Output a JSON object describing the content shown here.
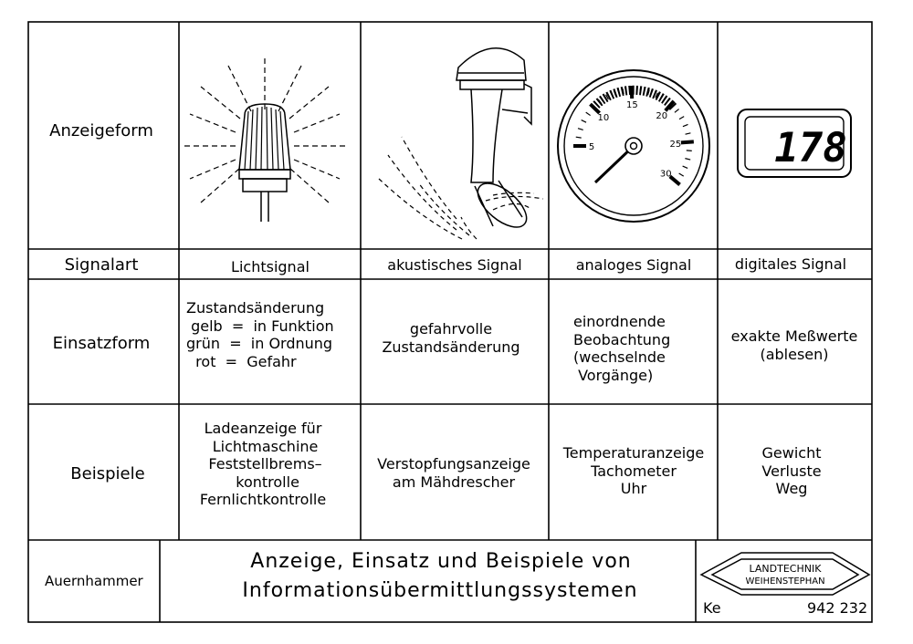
{
  "row_labels": {
    "anzeigeform": "Anzeigeform",
    "signalart": "Signalart",
    "einsatzform": "Einsatzform",
    "beispiele": "Beispiele"
  },
  "columns": [
    {
      "signal": "Lichtsignal",
      "einsatz": "Zustandsänderung\n gelb  =  in Funktion\ngrün  =  in Ordnung\n  rot  =  Gefahr",
      "beispiele": "Ladeanzeige für\n Lichtmaschine\n Feststellbrems–\n  kontrolle\nFernlichtkontrolle"
    },
    {
      "signal": "akustisches Signal",
      "einsatz": "gefahrvolle\nZustandsänderung",
      "beispiele": "Verstopfungsanzeige\nam Mähdrescher"
    },
    {
      "signal": "analoges Signal",
      "einsatz": "einordnende\nBeobachtung\n(wechselnde\n Vorgänge)",
      "beispiele": "Temperaturanzeige\nTachometer\nUhr"
    },
    {
      "signal": "digitales Signal",
      "einsatz": "exakte Meßwerte\n(ablesen)",
      "beispiele": "Gewicht\nVerluste\nWeg"
    }
  ],
  "gauge": {
    "ticks": [
      "5",
      "10",
      "15",
      "20",
      "25",
      "30"
    ]
  },
  "digital_display": {
    "value": "178"
  },
  "footer": {
    "author": "Auernhammer",
    "title_line1": "Anzeige,  Einsatz  und  Beispiele  von",
    "title_line2": "Informationsübermittlungssystemen",
    "logo_line1": "LANDTECHNIK",
    "logo_line2": "WEIHENSTEPHAN",
    "code": "Ke",
    "number": "942 232"
  }
}
